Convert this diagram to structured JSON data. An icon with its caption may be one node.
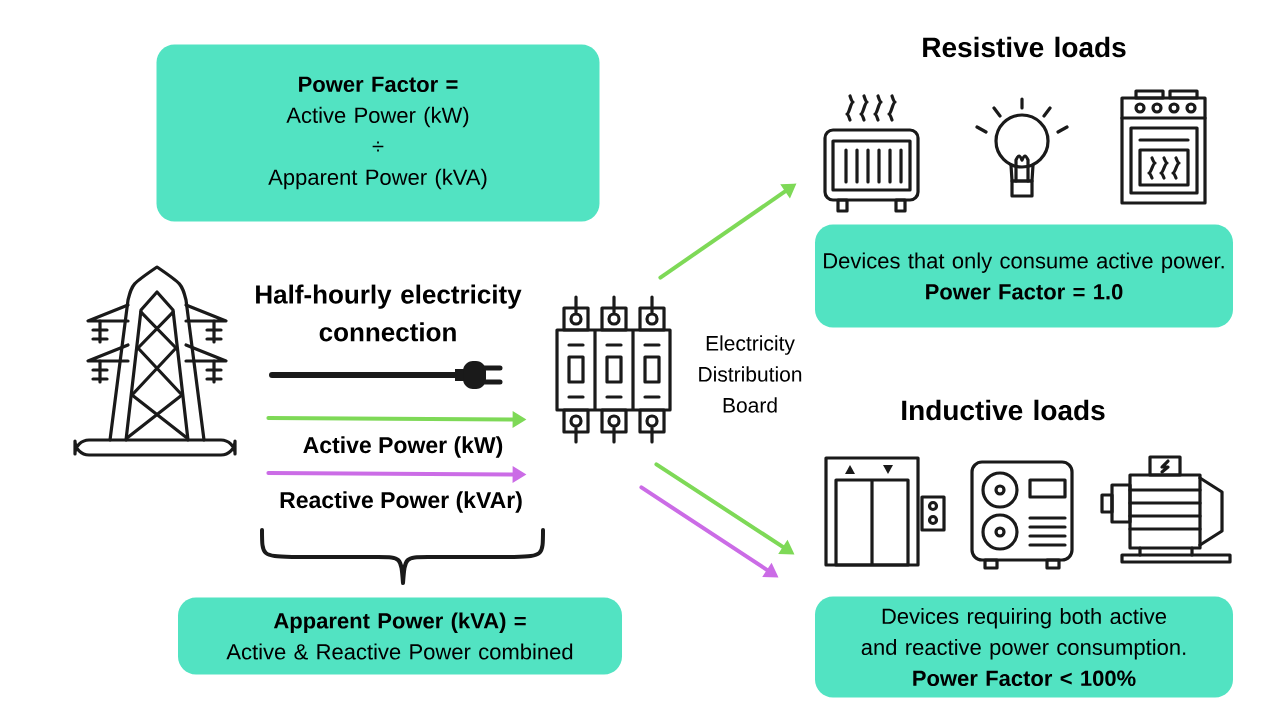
{
  "diagram": {
    "nodes": [
      {
        "text": [
          "Power Factor =",
          "Active Power (kW)",
          "÷",
          "Apparent Power (kVA)"
        ]
      },
      {
        "text": [],
        "shape": "picture"
      },
      {
        "text": [],
        "shape": "picture",
        "beside": [
          "Electricity Distribution Board"
        ]
      },
      {
        "text": [],
        "shape": "picture"
      },
      {
        "text": [
          "Devices that only consume active power.",
          "Power Factor = 1.0"
        ]
      },
      {
        "text": [],
        "shape": "picture"
      },
      {
        "text": [
          "Devices requiring both active and reactive power consumption.",
          "Power Factor < 100%"
        ]
      },
      {
        "text": [
          "Apparent Power (kVA) =",
          "Active & Reactive Power combined"
        ]
      }
    ],
    "edges": [
      {
        "from": 1,
        "to": 2,
        "arrow": "to",
        "label": "Active Power (kW)"
      },
      {
        "from": 1,
        "to": 2,
        "arrow": "to",
        "label": "Reactive Power (kVAr)",
        "color": "#cb6ce6"
      },
      {
        "from": 2,
        "to": 3,
        "arrow": "to"
      },
      {
        "from": 2,
        "to": 5,
        "arrow": "to"
      },
      {
        "from": 2,
        "to": 5,
        "arrow": "to",
        "color": "#cb6ce6"
      }
    ],
    "labels": [
      "Resistive loads",
      "Half-hourly electricity connection",
      "Inductive loads"
    ]
  }
}
